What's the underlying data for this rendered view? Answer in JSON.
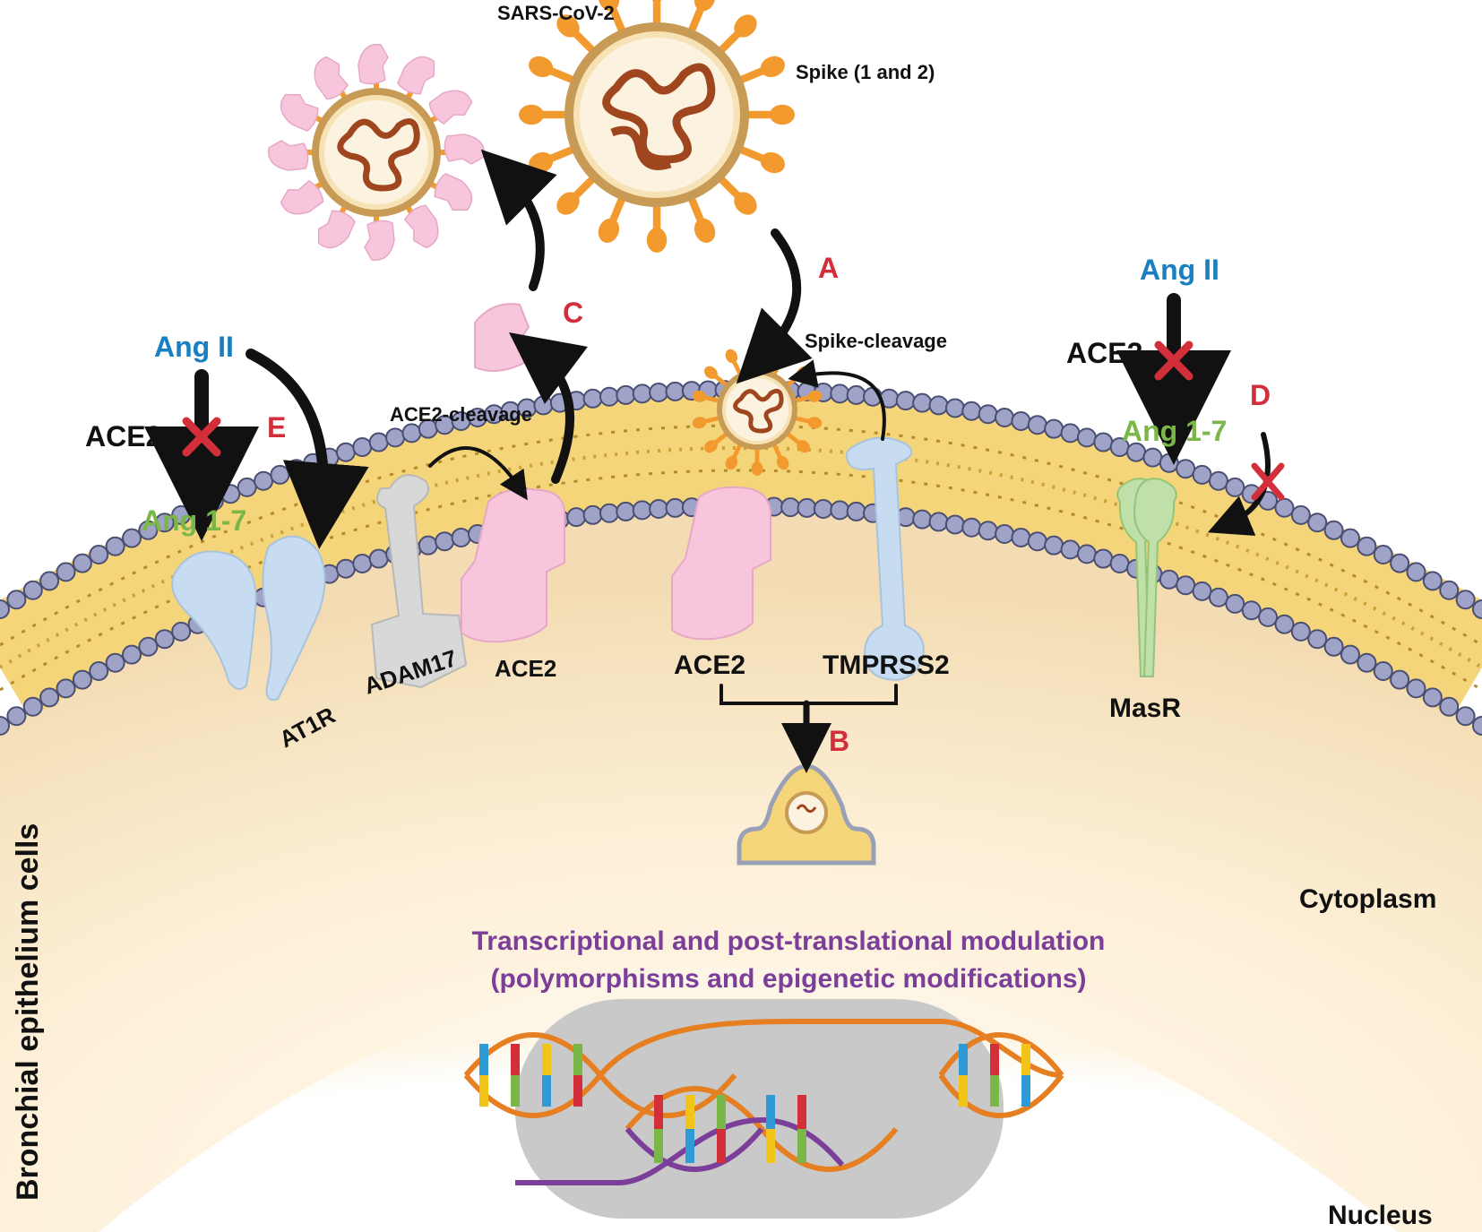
{
  "virus": {
    "name": "SARS-CoV-2",
    "spike": "Spike (1 and 2)"
  },
  "steps": {
    "a": "A",
    "b": "B",
    "c": "C",
    "d": "D",
    "e": "E"
  },
  "left_pathway": {
    "ang2": "Ang II",
    "enzyme": "ACE2",
    "product": "Ang 1-7"
  },
  "right_pathway": {
    "ang2": "Ang II",
    "enzyme": "ACE2",
    "product": "Ang 1-7"
  },
  "processes": {
    "spike_cleavage": "Spike-cleavage",
    "ace2_cleavage": "ACE2-cleavage"
  },
  "membrane_proteins": {
    "at1r": "AT1R",
    "adam17": "ADAM17",
    "ace2_shed": "ACE2",
    "ace2_entry": "ACE2",
    "tmprss2": "TMPRSS2",
    "masr": "MasR"
  },
  "regions": {
    "side_label": "Bronchial epithelium cells",
    "cytoplasm": "Cytoplasm",
    "nucleus": "Nucleus"
  },
  "modulation": {
    "line1": "Transcriptional and post-translational modulation",
    "line2": "(polymorphisms and epigenetic modifications)"
  },
  "colors": {
    "step_letters": "#d32f3a",
    "ang2": "#1a7fc0",
    "ang17": "#7ab648",
    "modulation_text": "#7b3f9a",
    "ace2_protein": "#f7c6dd",
    "receptor_blue": "#c7dcf0",
    "adam17_gray": "#d8d8d8",
    "masr_green": "#bfe0a8",
    "virus_spike": "#f29a2e"
  }
}
